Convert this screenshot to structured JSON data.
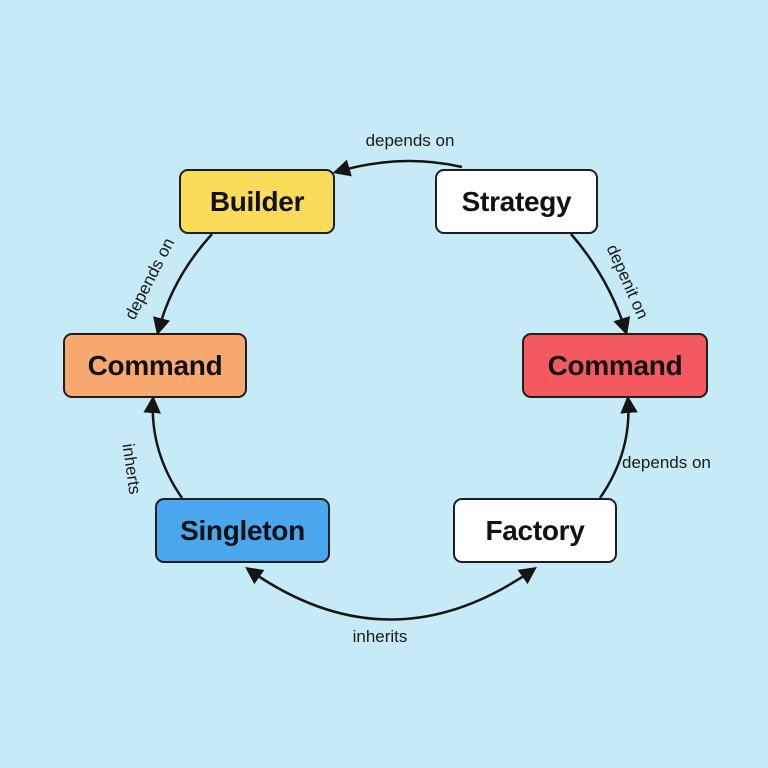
{
  "diagram": {
    "nodes": {
      "builder": {
        "label": "Builder",
        "color": "#fbdc5a"
      },
      "strategy": {
        "label": "Strategy",
        "color": "#ffffff"
      },
      "command_left": {
        "label": "Command",
        "color": "#f9a86f"
      },
      "command_right": {
        "label": "Command",
        "color": "#f3595e"
      },
      "singleton": {
        "label": "Singleton",
        "color": "#4aa7ee"
      },
      "factory": {
        "label": "Factory",
        "color": "#ffffff"
      }
    },
    "edges": {
      "strategy_to_builder": {
        "label": "depends on"
      },
      "builder_to_command_left": {
        "label": "depends on"
      },
      "strategy_to_command_right": {
        "label": "depenit on"
      },
      "factory_to_command_right": {
        "label": "depends on"
      },
      "singleton_to_command_left": {
        "label": "inherts"
      },
      "factory_singleton": {
        "label": "inherits"
      }
    },
    "background_color": "#c6ebf7"
  }
}
